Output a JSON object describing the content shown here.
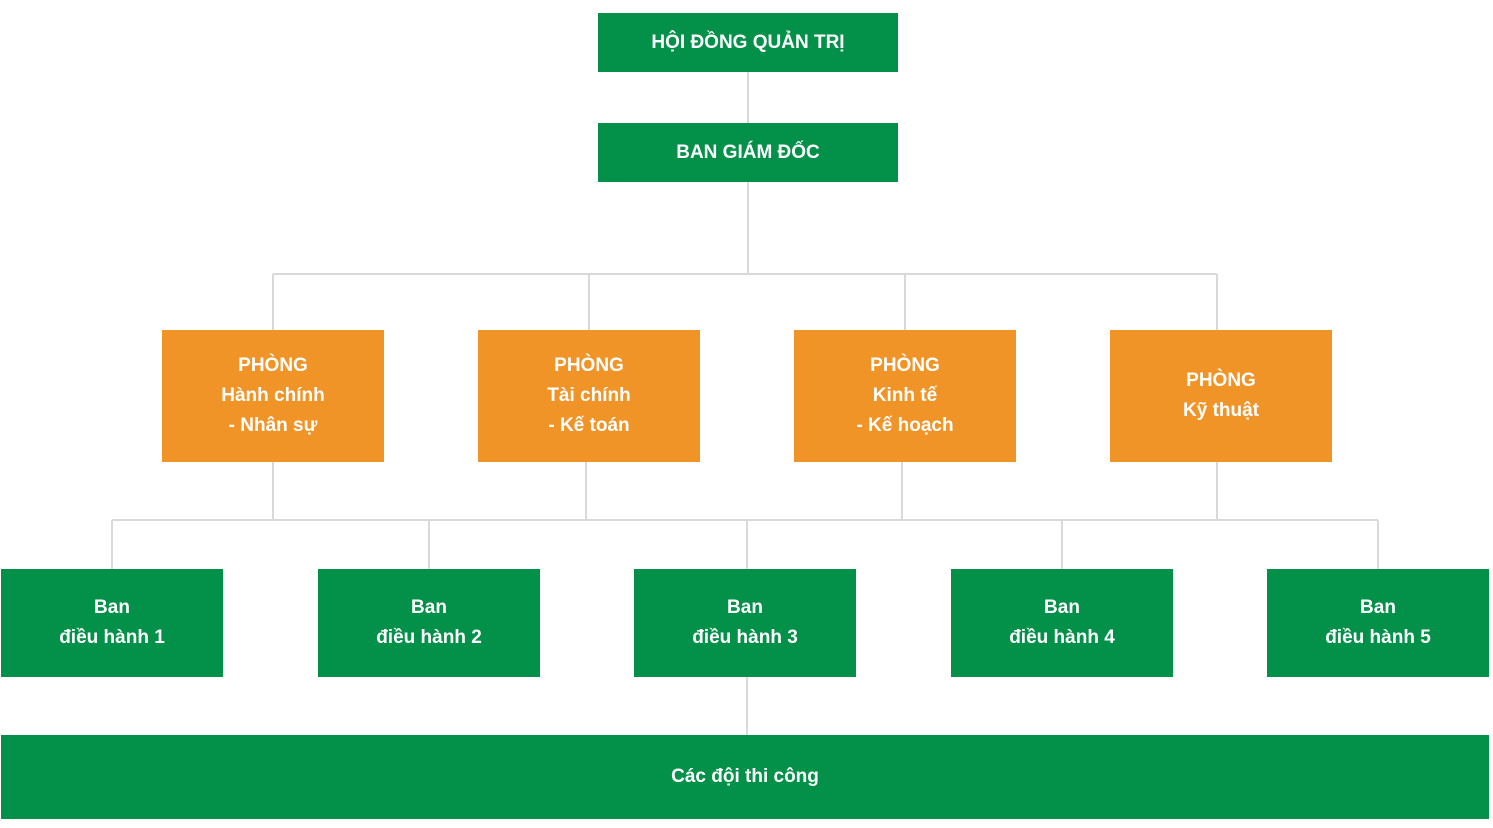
{
  "colors": {
    "green": "#039149",
    "orange": "#f19427",
    "connector": "#d9d9d9"
  },
  "board": {
    "label": "HỘI ĐỒNG QUẢN TRỊ"
  },
  "directors": {
    "label": "BAN GIÁM ĐỐC"
  },
  "departments": [
    {
      "lines": [
        "PHÒNG",
        "Hành chính",
        "- Nhân sự"
      ]
    },
    {
      "lines": [
        "PHÒNG",
        "Tài chính",
        "- Kế toán"
      ]
    },
    {
      "lines": [
        "PHÒNG",
        "Kinh tế",
        "- Kế hoạch"
      ]
    },
    {
      "lines": [
        "PHÒNG",
        "Kỹ thuật"
      ]
    }
  ],
  "boards": [
    {
      "lines": [
        "Ban",
        "điều hành 1"
      ]
    },
    {
      "lines": [
        "Ban",
        "điều hành 2"
      ]
    },
    {
      "lines": [
        "Ban",
        "điều hành 3"
      ]
    },
    {
      "lines": [
        "Ban",
        "điều hành 4"
      ]
    },
    {
      "lines": [
        "Ban",
        "điều hành 5"
      ]
    }
  ],
  "teams": {
    "label": "Các đội thi công"
  }
}
